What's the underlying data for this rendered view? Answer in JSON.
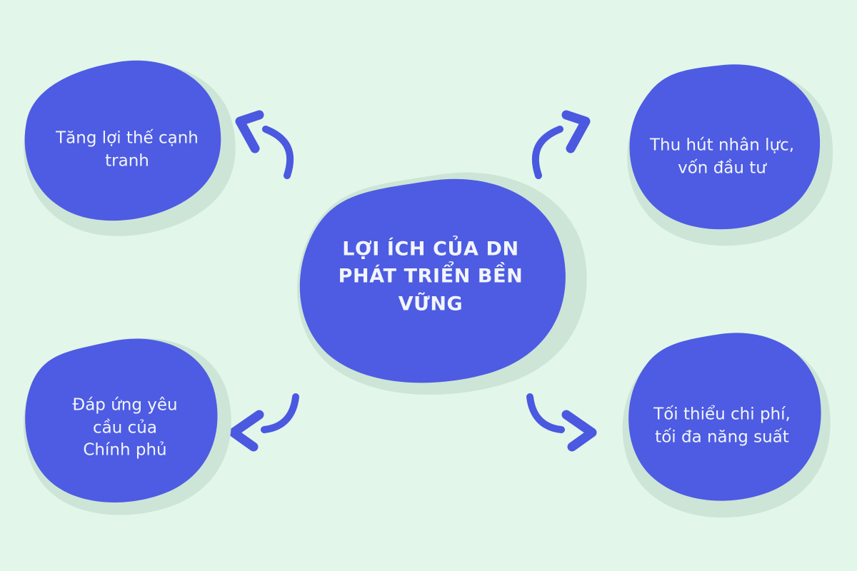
{
  "title": "LỢI ÍCH CỦA DN PHÁT TRIỂN BỀN VỮNG",
  "colors": {
    "background": "#e3f6ea",
    "blob_blue": "#4d5ce2",
    "blob_shadow": "#cde5d6",
    "arrow_blue": "#4a59e0",
    "text_color": "#f2f5fb"
  },
  "center": {
    "text": "LỢI ÍCH CỦA DN PHÁT TRIỂN BỀN VỮNG",
    "lines": [
      "LỢI ÍCH CỦA DN",
      "PHÁT TRIỂN BỀN",
      "VỮNG"
    ]
  },
  "nodes": [
    {
      "id": "top-left",
      "text": "Tăng lợi thế cạnh tranh",
      "lines": [
        "Tăng lợi thế cạnh",
        "tranh"
      ]
    },
    {
      "id": "top-right",
      "text": "Thu hút nhân lực, vốn đầu tư",
      "lines": [
        "Thu hút nhân lực,",
        "vốn đầu tư"
      ]
    },
    {
      "id": "bottom-left",
      "text": "Đáp ứng yêu cầu của Chính phủ",
      "lines": [
        "Đáp ứng yêu",
        "cầu của",
        "Chính phủ"
      ]
    },
    {
      "id": "bottom-right",
      "text": "Tối thiểu chi phí, tối đa năng suất",
      "lines": [
        "Tối thiểu chi phí,",
        "tối đa năng suất"
      ]
    }
  ],
  "arrows": [
    {
      "id": "arrow-top-left",
      "direction": "from center to top-left blob"
    },
    {
      "id": "arrow-top-right",
      "direction": "from center to top-right blob"
    },
    {
      "id": "arrow-bottom-left",
      "direction": "from center to bottom-left blob"
    },
    {
      "id": "arrow-bottom-right",
      "direction": "from center to bottom-right blob"
    }
  ]
}
